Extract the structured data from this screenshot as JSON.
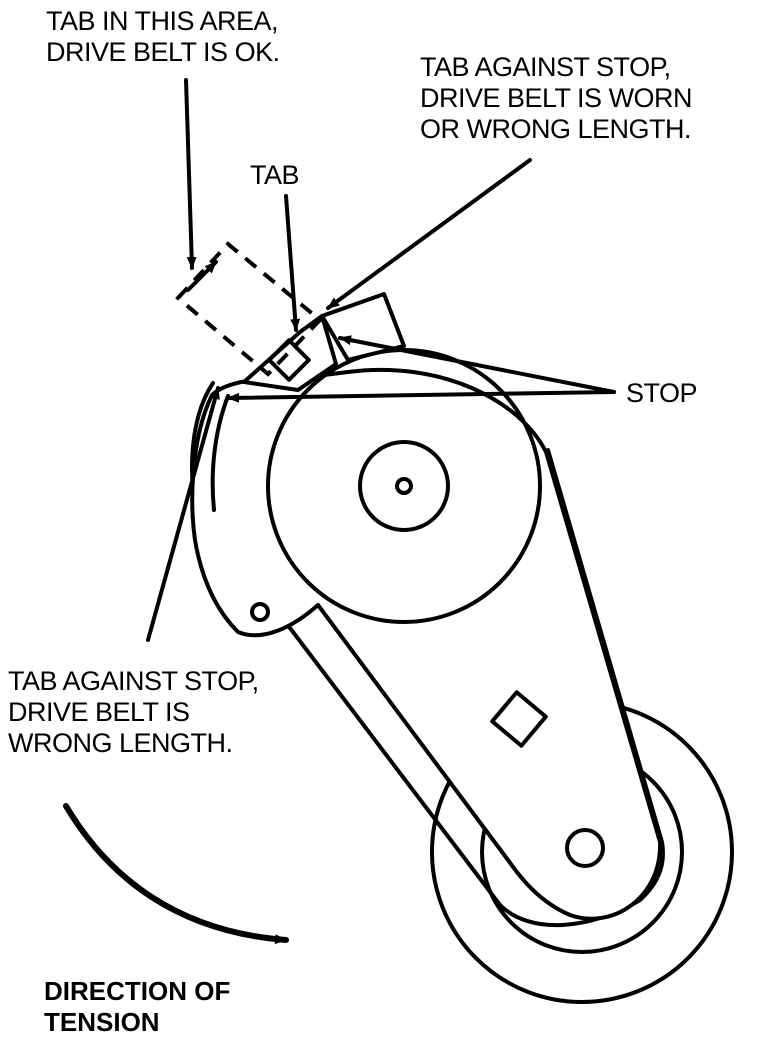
{
  "diagram": {
    "labels": {
      "tab_area_ok": [
        "TAB IN THIS AREA,",
        "DRIVE BELT IS OK."
      ],
      "tab_stop_worn": [
        "TAB AGAINST STOP,",
        "DRIVE BELT IS WORN",
        "OR WRONG LENGTH."
      ],
      "tab": "TAB",
      "stop": "STOP",
      "tab_stop_wrong": [
        "TAB AGAINST STOP,",
        "DRIVE BELT IS",
        "WRONG LENGTH."
      ],
      "direction": [
        "DIRECTION OF",
        "TENSION"
      ]
    },
    "colors": {
      "ink": "#000000",
      "paper": "#ffffff"
    }
  }
}
